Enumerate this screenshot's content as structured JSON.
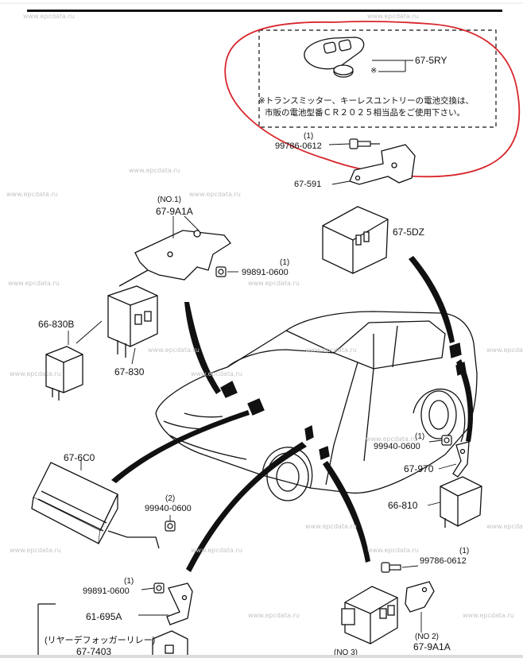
{
  "watermark": "www.epcdata.ru",
  "remote": {
    "part": "67-5RY",
    "mark": "※",
    "note_line1": "※トランスミッター、キーレスユントリーの電池交換は、",
    "note_line2": "市販の電池型番ＣＲ２０２５相当品をご使用下さい。"
  },
  "labels": {
    "p99786_top_qty": "(1)",
    "p99786_top": "99786-0612",
    "p67_591": "67-591",
    "p67_5dz": "67-5DZ",
    "no1": "(NO.1)",
    "p67_9a1a_top": "67-9A1A",
    "p99891_top_qty": "(1)",
    "p99891_top": "99891-0600",
    "p66_830b": "66-830B",
    "p67_830": "67-830",
    "p99940_right_qty": "(1)",
    "p99940_right": "99940-0600",
    "p67_970": "67-970",
    "p66_810": "66-810",
    "p67_6c0": "67-6C0",
    "p99940_left_qty": "(2)",
    "p99940_left": "99940-0600",
    "p99891_bot_qty": "(1)",
    "p99891_bot": "99891-0600",
    "p61_695a": "61-695A",
    "rear_relay": "(リヤーデフォッガーリレー)",
    "p67_7403": "67-7403",
    "p99786_bot_qty": "(1)",
    "p99786_bot": "99786-0612",
    "no2": "(NO 2)",
    "p67_9a1a_bot": "67-9A1A",
    "no3": "(NO 3)"
  },
  "colors": {
    "highlight_ring": "#d8262c",
    "line": "#111111",
    "watermark": "#c4c4c4"
  }
}
